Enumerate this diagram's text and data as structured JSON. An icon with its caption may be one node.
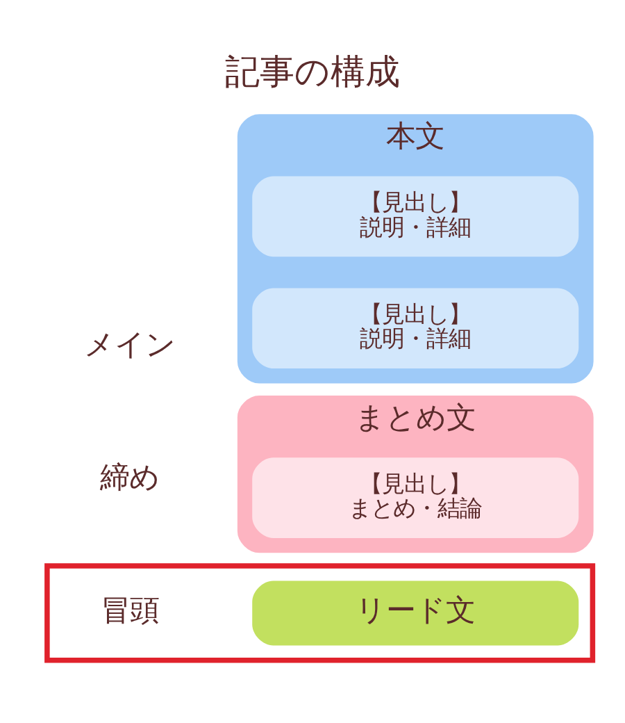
{
  "diagram": {
    "title": "記事の構成",
    "nodes": [
      {
        "text": [],
        "shape": "box"
      },
      {
        "text": [
          "リード文"
        ],
        "in": 0
      },
      {
        "text": [
          "本文"
        ]
      },
      {
        "text": [
          "【見出し】",
          "説明・詳細"
        ],
        "in": 2
      },
      {
        "text": [
          "【見出し】",
          "説明・詳細"
        ],
        "in": 2
      },
      {
        "text": [
          "まとめ文"
        ]
      },
      {
        "text": [
          "【見出し】",
          "まとめ・結論"
        ],
        "in": 5
      }
    ],
    "edges": [],
    "labels": [
      "冒頭",
      "メイン",
      "締め"
    ]
  }
}
